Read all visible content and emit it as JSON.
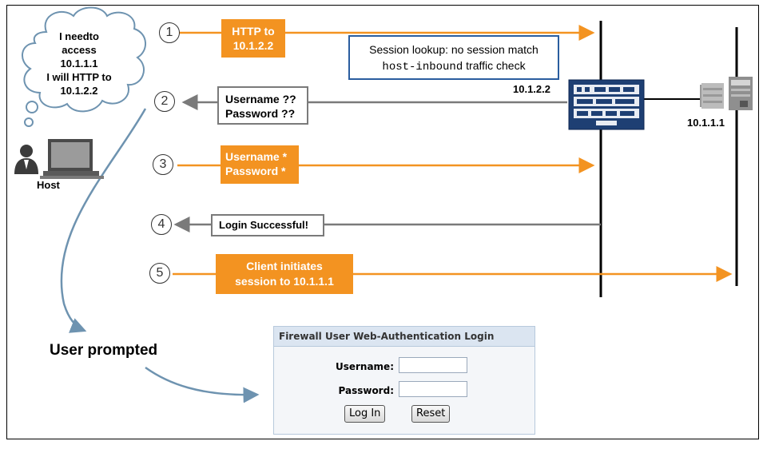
{
  "cloud": {
    "text": [
      "I needto",
      "access",
      "10.1.1.1",
      "I will HTTP to",
      "10.1.2.2"
    ]
  },
  "host": {
    "label": "Host"
  },
  "steps": [
    {
      "number": "1",
      "text": [
        "HTTP to",
        "10.1.2.2"
      ]
    },
    {
      "number": "2",
      "text": [
        "Username ??",
        "Password ??"
      ]
    },
    {
      "number": "3",
      "text": [
        "Username *",
        "Password *"
      ]
    },
    {
      "number": "4",
      "text": [
        "Login Successful!"
      ]
    },
    {
      "number": "5",
      "text": [
        "Client initiates",
        "session to 10.1.1.1"
      ]
    }
  ],
  "session_box": {
    "line1": "Session lookup: no session match",
    "line2_mono": "host-inbound",
    "line2_rest": " traffic check"
  },
  "firewall": {
    "ip": "10.1.2.2"
  },
  "server": {
    "ip": "10.1.1.1"
  },
  "user_prompted": "User prompted",
  "login_form": {
    "title": "Firewall User Web-Authentication Login",
    "username_label": "Username:",
    "password_label": "Password:",
    "username_value": "",
    "password_value": "",
    "login_button": "Log In",
    "reset_button": "Reset"
  },
  "colors": {
    "orange": "#f39321",
    "gray_arrow": "#7a7a7a",
    "blue": "#2a5d9f",
    "curve": "#6e93b0"
  }
}
